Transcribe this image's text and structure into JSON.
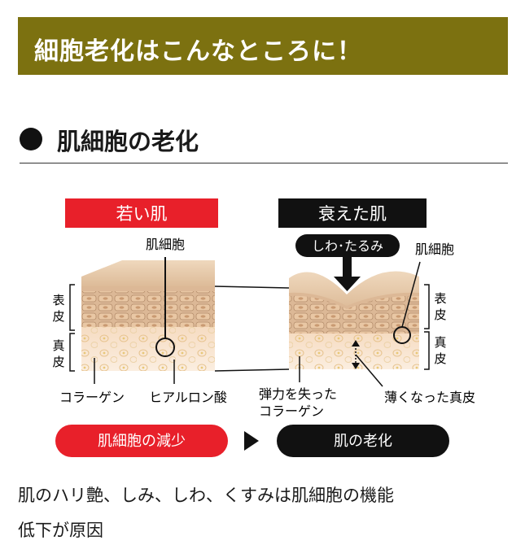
{
  "banner": {
    "title": "細胞老化はこんなところに！"
  },
  "section": {
    "title": "肌細胞の老化"
  },
  "diagram": {
    "young_label": "若い肌",
    "aged_label": "衰えた肌",
    "wrinkle_label": "しわ･たるみ",
    "skin_cell_left": "肌細胞",
    "skin_cell_right": "肌細胞",
    "epidermis": [
      "表",
      "皮"
    ],
    "dermis": [
      "真",
      "皮"
    ],
    "collagen": "コラーゲン",
    "hyaluronic": "ヒアルロン酸",
    "lost_elasticity_line1": "弾力を失った",
    "lost_elasticity_line2": "コラーゲン",
    "thin_dermis": "薄くなった真皮",
    "decrease_pill": "肌細胞の減少",
    "aging_pill": "肌の老化",
    "colors": {
      "red": "#e8202a",
      "black": "#111111",
      "skin_top": "#e4c8a8",
      "epidermis": "#dcb896",
      "dermis": "#f8e6d0"
    }
  },
  "caption": {
    "line1": "肌のハリ艶、しみ、しわ、くすみは肌細胞の機能",
    "line2": "低下が原因"
  }
}
